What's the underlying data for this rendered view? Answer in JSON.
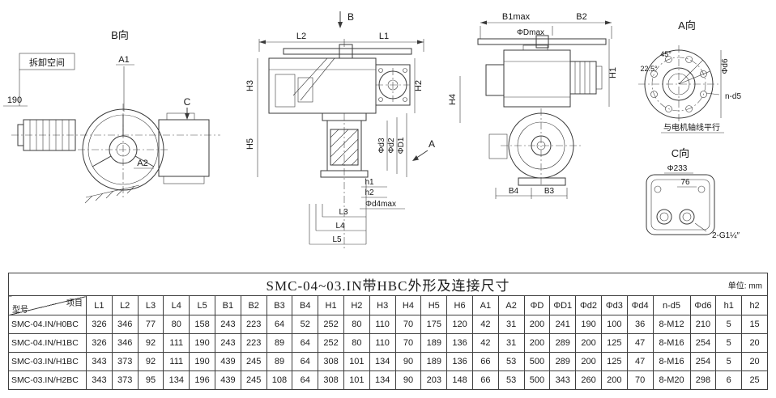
{
  "drawing": {
    "b_view": {
      "label": "B向",
      "removal_space": "拆卸空间",
      "dim_190": "190",
      "dim_A1": "A1",
      "dim_C": "C",
      "dim_A2": "A2"
    },
    "front_view": {
      "arrow_B": "B",
      "dim_L2": "L2",
      "dim_L1": "L1",
      "dim_H3": "H3",
      "dim_H5": "H5",
      "dim_H2": "H2",
      "dim_phi_d3": "Φd3",
      "dim_phi_d2": "Φd2",
      "dim_phi_D1": "ΦD1",
      "arrow_A": "A",
      "dim_h1": "h1",
      "dim_h2": "h2",
      "dim_phi_d4max": "Φd4max",
      "dim_L3": "L3",
      "dim_L4": "L4",
      "dim_L5": "L5"
    },
    "side_view": {
      "dim_B1max": "B1max",
      "dim_B2": "B2",
      "dim_phi_Dmax": "ΦDmax",
      "dim_H1": "H1",
      "dim_H4": "H4",
      "dim_B4": "B4",
      "dim_B3": "B3"
    },
    "a_view": {
      "label": "A向",
      "angle_22_5": "22.5°",
      "angle_45": "45°",
      "dim_phi_d6": "Φd6",
      "dim_n_d5": "n-d5",
      "note_motor_axis": "与电机轴线平行"
    },
    "c_view": {
      "label": "C向",
      "dim_phi_233": "Φ233",
      "dim_76": "76",
      "thread_spec": "2-G1¼″"
    }
  },
  "table": {
    "title": "SMC-04~03.IN带HBC外形及连接尺寸",
    "unit_label": "单位: mm",
    "corner_top": "项目",
    "corner_bottom": "型号",
    "columns": [
      "L1",
      "L2",
      "L3",
      "L4",
      "L5",
      "B1",
      "B2",
      "B3",
      "B4",
      "H1",
      "H2",
      "H3",
      "H4",
      "H5",
      "H6",
      "A1",
      "A2",
      "ΦD",
      "ΦD1",
      "Φd2",
      "Φd3",
      "Φd4",
      "n-d5",
      "Φd6",
      "h1",
      "h2"
    ],
    "rows": [
      {
        "model": "SMC-04.IN/H0BC",
        "values": [
          "326",
          "346",
          "77",
          "80",
          "158",
          "243",
          "223",
          "64",
          "52",
          "252",
          "80",
          "110",
          "70",
          "175",
          "120",
          "42",
          "31",
          "200",
          "241",
          "190",
          "100",
          "36",
          "8-M12",
          "210",
          "5",
          "15"
        ]
      },
      {
        "model": "SMC-04.IN/H1BC",
        "values": [
          "326",
          "346",
          "92",
          "111",
          "190",
          "243",
          "223",
          "89",
          "64",
          "252",
          "80",
          "110",
          "70",
          "189",
          "136",
          "42",
          "31",
          "200",
          "289",
          "200",
          "125",
          "47",
          "8-M16",
          "254",
          "5",
          "20"
        ]
      },
      {
        "model": "SMC-03.IN/H1BC",
        "values": [
          "343",
          "373",
          "92",
          "111",
          "190",
          "439",
          "245",
          "89",
          "64",
          "308",
          "101",
          "134",
          "90",
          "189",
          "136",
          "66",
          "53",
          "500",
          "289",
          "200",
          "125",
          "47",
          "8-M16",
          "254",
          "5",
          "20"
        ]
      },
      {
        "model": "SMC-03.IN/H2BC",
        "values": [
          "343",
          "373",
          "95",
          "134",
          "196",
          "439",
          "245",
          "108",
          "64",
          "308",
          "101",
          "134",
          "90",
          "203",
          "148",
          "66",
          "53",
          "500",
          "343",
          "260",
          "200",
          "70",
          "8-M20",
          "298",
          "6",
          "25"
        ]
      }
    ]
  }
}
